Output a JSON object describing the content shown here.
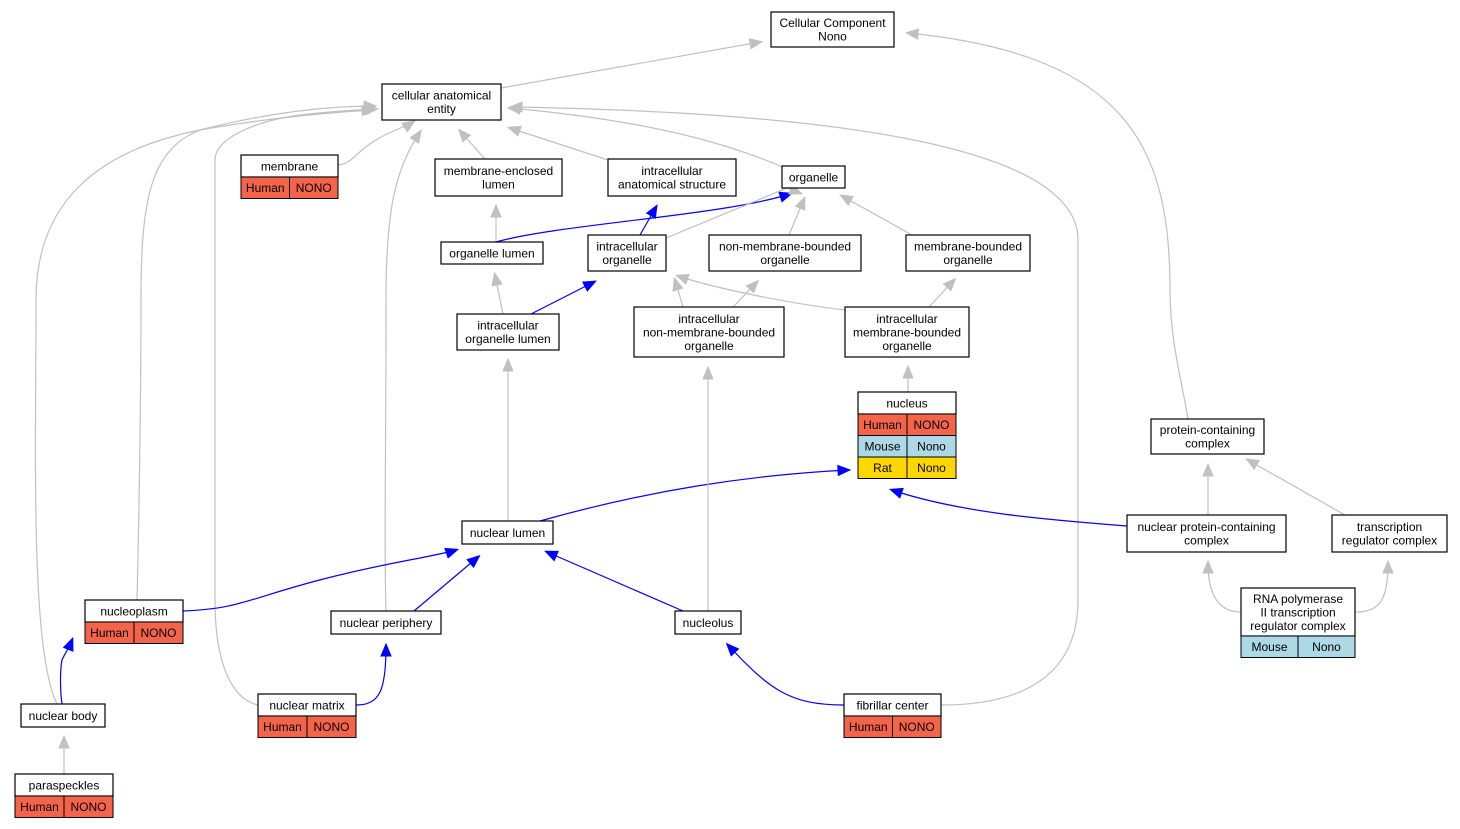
{
  "colors": {
    "is_a_edge": "#c0c0c0",
    "part_of_edge": "#0000ff",
    "human": "#f4644a",
    "mouse": "#add8e6",
    "rat": "#ffd700"
  },
  "nodes": {
    "root": [
      "Cellular Component",
      "Nono"
    ],
    "cae": [
      "cellular anatomical",
      "entity"
    ],
    "membrane": [
      "membrane"
    ],
    "mel": [
      "membrane-enclosed",
      "lumen"
    ],
    "ias": [
      "intracellular",
      "anatomical structure"
    ],
    "organelle": [
      "organelle"
    ],
    "olumen": [
      "organelle lumen"
    ],
    "iorg": [
      "intracellular",
      "organelle"
    ],
    "nmbo": [
      "non-membrane-bounded",
      "organelle"
    ],
    "mbo": [
      "membrane-bounded",
      "organelle"
    ],
    "iol": [
      "intracellular",
      "organelle lumen"
    ],
    "inmbo": [
      "intracellular",
      "non-membrane-bounded",
      "organelle"
    ],
    "imbo": [
      "intracellular",
      "membrane-bounded",
      "organelle"
    ],
    "nucleus": [
      "nucleus"
    ],
    "pcc": [
      "protein-containing",
      "complex"
    ],
    "nlumen": [
      "nuclear lumen"
    ],
    "npcc": [
      "nuclear protein-containing",
      "complex"
    ],
    "trc": [
      "transcription",
      "regulator complex"
    ],
    "nucleoplasm": [
      "nucleoplasm"
    ],
    "nperiph": [
      "nuclear periphery"
    ],
    "nucleolus": [
      "nucleolus"
    ],
    "rnap": [
      "RNA polymerase",
      "II transcription",
      "regulator complex"
    ],
    "nbody": [
      "nuclear body"
    ],
    "nmatrix": [
      "nuclear matrix"
    ],
    "fc": [
      "fibrillar center"
    ],
    "paraspeckles": [
      "paraspeckles"
    ]
  },
  "annotations": {
    "membrane": [
      [
        "Human",
        "NONO"
      ]
    ],
    "nucleus": [
      [
        "Human",
        "NONO"
      ],
      [
        "Mouse",
        "Nono"
      ],
      [
        "Rat",
        "Nono"
      ]
    ],
    "nucleoplasm": [
      [
        "Human",
        "NONO"
      ]
    ],
    "rnap": [
      [
        "Mouse",
        "Nono"
      ]
    ],
    "nmatrix": [
      [
        "Human",
        "NONO"
      ]
    ],
    "fc": [
      [
        "Human",
        "NONO"
      ]
    ],
    "paraspeckles": [
      [
        "Human",
        "NONO"
      ]
    ]
  },
  "edges": [
    {
      "from": "cae",
      "to": "root",
      "type": "is_a"
    },
    {
      "from": "pcc",
      "to": "root",
      "type": "is_a"
    },
    {
      "from": "membrane",
      "to": "cae",
      "type": "is_a"
    },
    {
      "from": "mel",
      "to": "cae",
      "type": "is_a"
    },
    {
      "from": "ias",
      "to": "cae",
      "type": "is_a"
    },
    {
      "from": "organelle",
      "to": "cae",
      "type": "is_a"
    },
    {
      "from": "nbody",
      "to": "cae",
      "type": "is_a"
    },
    {
      "from": "nucleoplasm",
      "to": "cae",
      "type": "is_a"
    },
    {
      "from": "nmatrix",
      "to": "cae",
      "type": "is_a"
    },
    {
      "from": "nperiph",
      "to": "cae",
      "type": "is_a"
    },
    {
      "from": "fc",
      "to": "cae",
      "type": "is_a"
    },
    {
      "from": "olumen",
      "to": "mel",
      "type": "is_a"
    },
    {
      "from": "olumen",
      "to": "organelle",
      "type": "part_of"
    },
    {
      "from": "iorg",
      "to": "ias",
      "type": "part_of"
    },
    {
      "from": "iorg",
      "to": "organelle",
      "type": "is_a"
    },
    {
      "from": "nmbo",
      "to": "organelle",
      "type": "is_a"
    },
    {
      "from": "mbo",
      "to": "organelle",
      "type": "is_a"
    },
    {
      "from": "iol",
      "to": "olumen",
      "type": "is_a"
    },
    {
      "from": "iol",
      "to": "iorg",
      "type": "part_of"
    },
    {
      "from": "inmbo",
      "to": "iorg",
      "type": "is_a"
    },
    {
      "from": "inmbo",
      "to": "nmbo",
      "type": "is_a"
    },
    {
      "from": "imbo",
      "to": "iorg",
      "type": "is_a"
    },
    {
      "from": "imbo",
      "to": "mbo",
      "type": "is_a"
    },
    {
      "from": "nucleus",
      "to": "imbo",
      "type": "is_a"
    },
    {
      "from": "nlumen",
      "to": "iol",
      "type": "is_a"
    },
    {
      "from": "nlumen",
      "to": "nucleus",
      "type": "part_of"
    },
    {
      "from": "npcc",
      "to": "nucleus",
      "type": "part_of"
    },
    {
      "from": "npcc",
      "to": "pcc",
      "type": "is_a"
    },
    {
      "from": "trc",
      "to": "pcc",
      "type": "is_a"
    },
    {
      "from": "rnap",
      "to": "npcc",
      "type": "is_a"
    },
    {
      "from": "rnap",
      "to": "trc",
      "type": "is_a"
    },
    {
      "from": "nucleoplasm",
      "to": "nlumen",
      "type": "part_of"
    },
    {
      "from": "nperiph",
      "to": "nlumen",
      "type": "part_of"
    },
    {
      "from": "nucleolus",
      "to": "nlumen",
      "type": "part_of"
    },
    {
      "from": "nucleolus",
      "to": "inmbo",
      "type": "is_a"
    },
    {
      "from": "nbody",
      "to": "nucleoplasm",
      "type": "part_of"
    },
    {
      "from": "nmatrix",
      "to": "nperiph",
      "type": "part_of"
    },
    {
      "from": "fc",
      "to": "nucleolus",
      "type": "part_of"
    },
    {
      "from": "paraspeckles",
      "to": "nbody",
      "type": "is_a"
    }
  ]
}
